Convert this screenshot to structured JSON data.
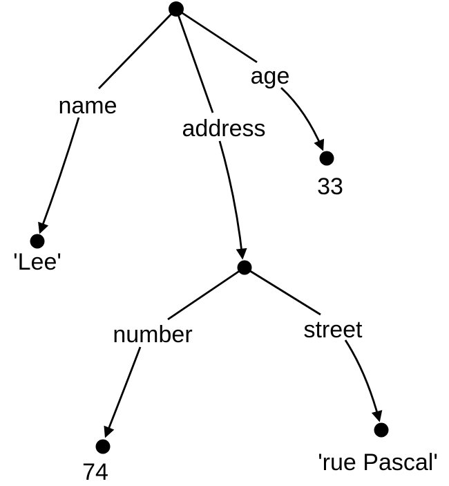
{
  "diagram": {
    "type": "tree",
    "description": "Tree representation of semistructured data with labeled edges and leaf values",
    "background_color": "#ffffff",
    "ink_color": "#000000",
    "nodes": [
      {
        "id": "root",
        "kind": "internal",
        "label": ""
      },
      {
        "id": "name-leaf",
        "kind": "leaf",
        "label": "'Lee'"
      },
      {
        "id": "address-node",
        "kind": "internal",
        "label": ""
      },
      {
        "id": "age-leaf",
        "kind": "leaf",
        "label": "33"
      },
      {
        "id": "number-leaf",
        "kind": "leaf",
        "label": "74"
      },
      {
        "id": "street-leaf",
        "kind": "leaf",
        "label": "'rue Pascal'"
      }
    ],
    "edges": [
      {
        "from": "root",
        "to": "name-leaf",
        "label": "name"
      },
      {
        "from": "root",
        "to": "address-node",
        "label": "address"
      },
      {
        "from": "root",
        "to": "age-leaf",
        "label": "age"
      },
      {
        "from": "address-node",
        "to": "number-leaf",
        "label": "number"
      },
      {
        "from": "address-node",
        "to": "street-leaf",
        "label": "street"
      }
    ]
  }
}
